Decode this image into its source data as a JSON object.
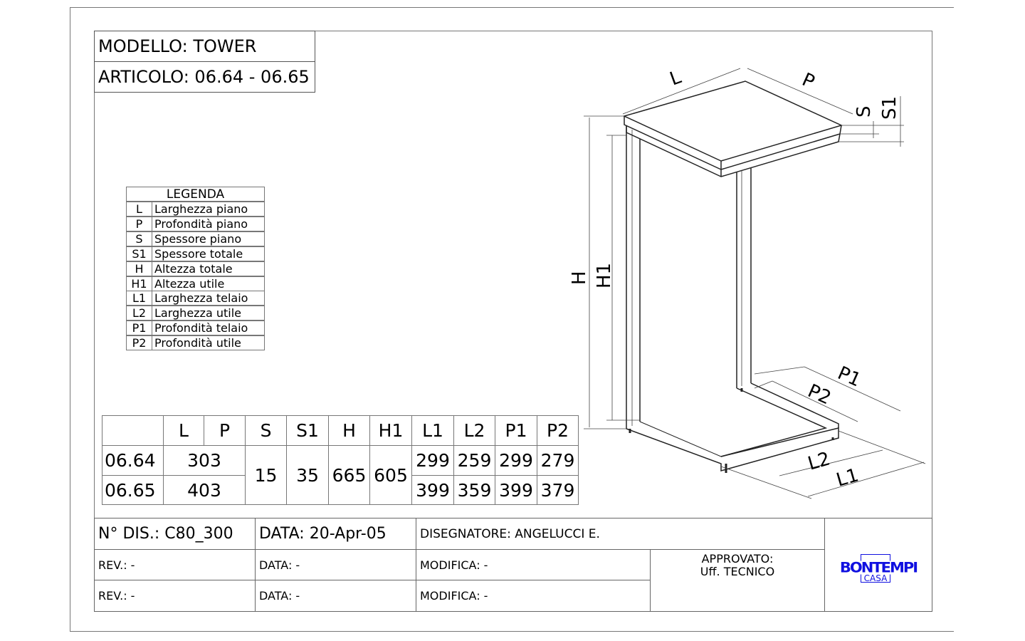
{
  "header": {
    "model": "MODELLO: TOWER",
    "article": "ARTICOLO:  06.64 - 06.65"
  },
  "legend": {
    "title": "LEGENDA",
    "items": [
      {
        "key": "L",
        "label": "Larghezza piano"
      },
      {
        "key": "P",
        "label": "Profondità piano"
      },
      {
        "key": "S",
        "label": "Spessore piano"
      },
      {
        "key": "S1",
        "label": "Spessore totale"
      },
      {
        "key": "H",
        "label": "Altezza totale"
      },
      {
        "key": "H1",
        "label": "Altezza utile"
      },
      {
        "key": "L1",
        "label": "Larghezza telaio"
      },
      {
        "key": "L2",
        "label": "Larghezza utile"
      },
      {
        "key": "P1",
        "label": "Profondità telaio"
      },
      {
        "key": "P2",
        "label": "Profondità utile"
      }
    ]
  },
  "dimensions_table": {
    "columns": [
      "L",
      "P",
      "S",
      "S1",
      "H",
      "H1",
      "L1",
      "L2",
      "P1",
      "P2"
    ],
    "rows": [
      {
        "code": "06.64",
        "LP": "303",
        "L1": "299",
        "L2": "259",
        "P1": "299",
        "P2": "279"
      },
      {
        "code": "06.65",
        "LP": "403",
        "L1": "399",
        "L2": "359",
        "P1": "399",
        "P2": "379"
      }
    ],
    "shared": {
      "S": "15",
      "S1": "35",
      "H": "665",
      "H1": "605"
    }
  },
  "drawing_labels": {
    "L": "L",
    "P": "P",
    "S": "S",
    "S1": "S1",
    "H": "H",
    "H1": "H1",
    "P1": "P1",
    "P2": "P2",
    "L1": "L1",
    "L2": "L2"
  },
  "title_block": {
    "drawing_no": "N° DIS.: C80_300",
    "date": "DATA: 20-Apr-05",
    "designer": "DISEGNATORE: ANGELUCCI E.",
    "rev1": "REV.: -",
    "date1": "DATA: -",
    "mod1": "MODIFICA: -",
    "rev2": "REV.: -",
    "date2": "DATA: -",
    "mod2": "MODIFICA: -",
    "approved_label": "APPROVATO:",
    "approved_by": "Uff. TECNICO",
    "logo_main": "BONTEMPI",
    "logo_sub": "CASA",
    "logo_color": "#1010e0"
  }
}
